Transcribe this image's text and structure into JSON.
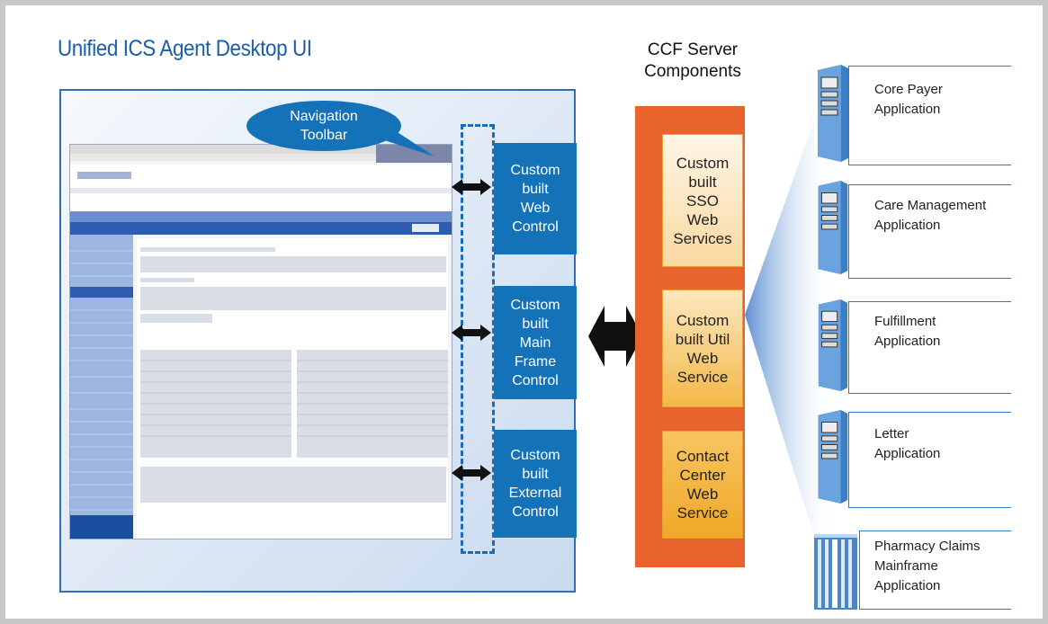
{
  "title": "Unified ICS Agent Desktop UI",
  "navigation_callout": "Navigation\nToolbar",
  "controls": [
    "Custom\nbuilt\nWeb\nControl",
    "Custom\nbuilt\nMain\nFrame\nControl",
    "Custom\nbuilt\nExternal\nControl"
  ],
  "server_heading": "CCF Server\nComponents",
  "server_components": [
    "Custom\nbuilt\nSSO\nWeb\nServices",
    "Custom\nbuilt Util\nWeb\nService",
    "Contact\nCenter\nWeb\nService"
  ],
  "applications": [
    "Core Payer\nApplication",
    "Care Management\nApplication",
    "Fulfillment\nApplication",
    "Letter\nApplication",
    "Pharmacy Claims\nMainframe\nApplication"
  ],
  "colors": {
    "title_blue": "#1d5ea8",
    "control_blue": "#1472b8",
    "server_bar_orange": "#e8642c",
    "component_light": "#fbe7c4",
    "component_dark": "#f2b43c",
    "server_blue": "#3a7fc6"
  }
}
